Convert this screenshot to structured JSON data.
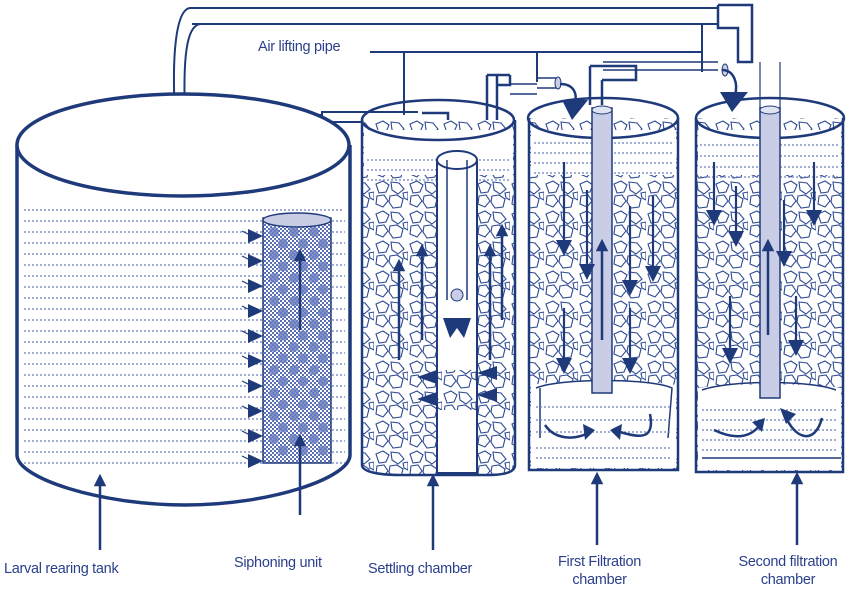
{
  "diagram": {
    "title": "Recirculating filtration system for larval rearing",
    "colors": {
      "line": "#1f3a7a",
      "label": "#2b3f8c",
      "water_dots": "#6b7fc0",
      "pipe_fill": "#c9cde6",
      "background": "#ffffff"
    },
    "labels": {
      "air_lifting_pipe": "Air lifting pipe",
      "larval_rearing_tank": "Larval rearing tank",
      "siphoning_unit": "Siphoning unit",
      "settling_chamber": "Settling chamber",
      "first_filtration_line1": "First Filtration",
      "first_filtration_line2": "chamber",
      "second_filtration_line1": "Second filtration",
      "second_filtration_line2": "chamber"
    },
    "components": [
      {
        "id": "larval-rearing-tank",
        "name": "Larval rearing tank",
        "contents": "water"
      },
      {
        "id": "siphoning-unit",
        "name": "Siphoning unit",
        "contents": "mesh cylinder with beads",
        "flow": "up"
      },
      {
        "id": "settling-chamber",
        "name": "Settling chamber",
        "contents": "gravel",
        "flow": "down center, up sides"
      },
      {
        "id": "first-filtration-chamber",
        "name": "First Filtration chamber",
        "contents": "gravel over water",
        "flow": "down through media, up central air-lift pipe"
      },
      {
        "id": "second-filtration-chamber",
        "name": "Second filtration chamber",
        "contents": "gravel over water",
        "flow": "down through media, up central air-lift pipe"
      }
    ],
    "flow_sequence": [
      "Larval rearing tank",
      "Siphoning unit",
      "Settling chamber",
      "First Filtration chamber",
      "Second filtration chamber",
      "Larval rearing tank"
    ]
  }
}
